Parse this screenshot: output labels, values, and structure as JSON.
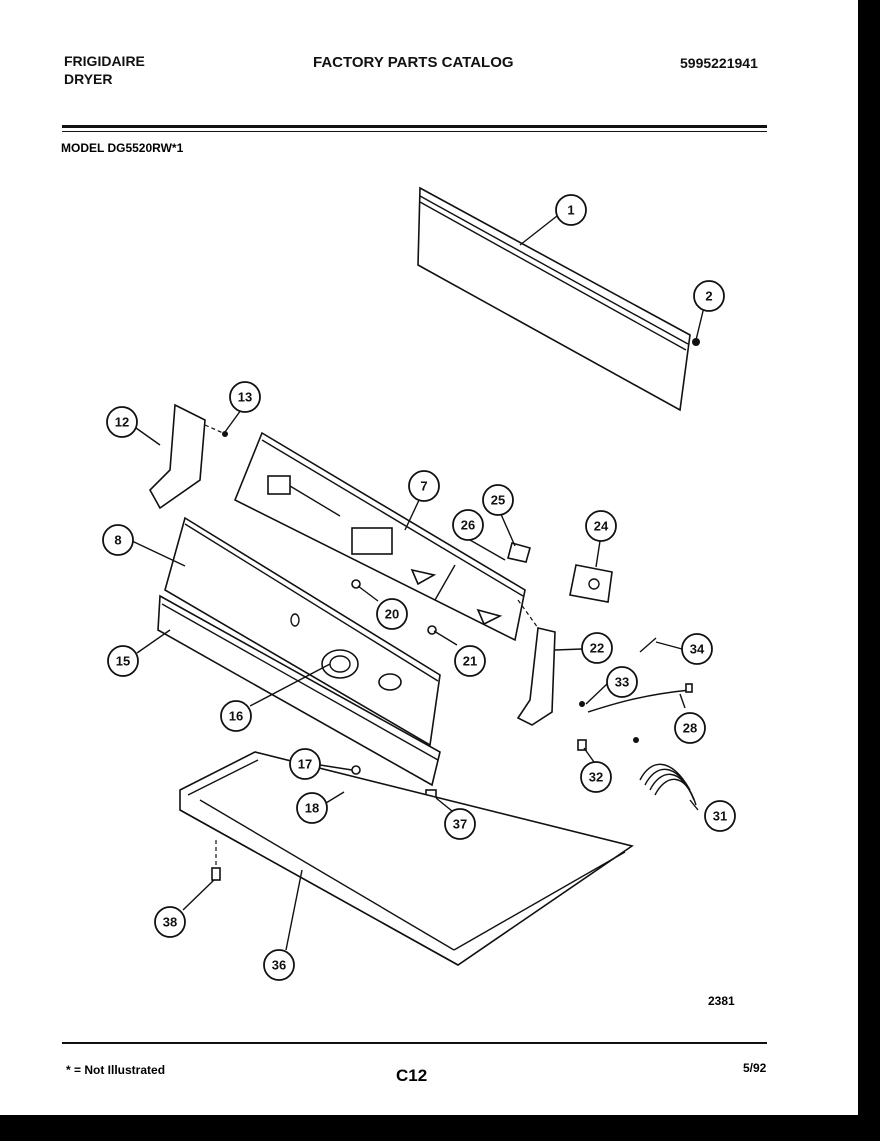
{
  "header": {
    "brand": "FRIGIDAIRE",
    "product": "DRYER",
    "catalog_title": "FACTORY PARTS CATALOG",
    "part_number": "5995221941"
  },
  "model": "MODEL DG5520RW*1",
  "drawing_number": "2381",
  "callouts": [
    "1",
    "2",
    "7",
    "8",
    "12",
    "13",
    "15",
    "16",
    "17",
    "18",
    "20",
    "21",
    "22",
    "24",
    "25",
    "26",
    "28",
    "31",
    "32",
    "33",
    "34",
    "36",
    "37",
    "38"
  ],
  "footer": {
    "note": "* = Not Illustrated",
    "page_code": "C12",
    "date_code": "5/92"
  }
}
